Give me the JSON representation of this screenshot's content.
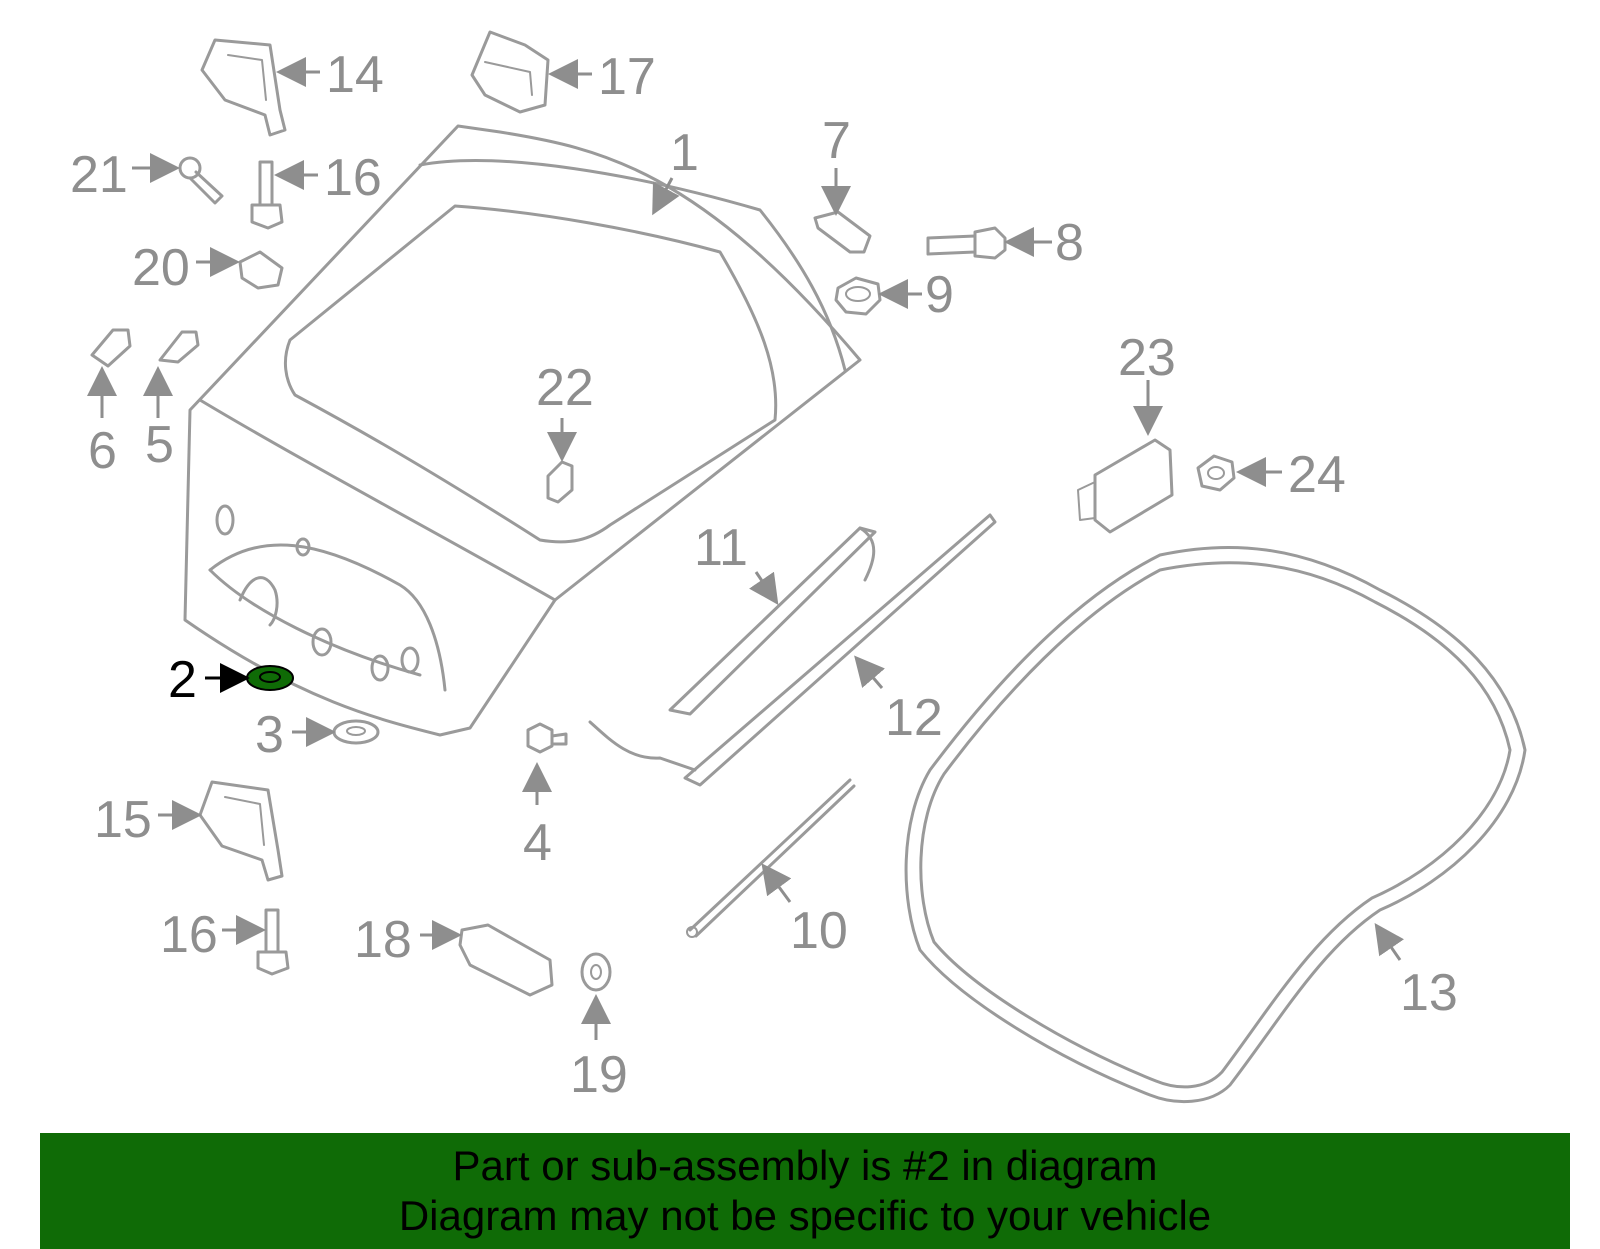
{
  "diagram": {
    "highlight_color": "#0f6b06",
    "labels": {
      "p1": "1",
      "p2": "2",
      "p3": "3",
      "p4": "4",
      "p5": "5",
      "p6": "6",
      "p7": "7",
      "p8": "8",
      "p9": "9",
      "p10": "10",
      "p11": "11",
      "p12": "12",
      "p13": "13",
      "p14": "14",
      "p15": "15",
      "p16a": "16",
      "p16b": "16",
      "p17": "17",
      "p18": "18",
      "p19": "19",
      "p20": "20",
      "p21": "21",
      "p22": "22",
      "p23": "23",
      "p24": "24"
    }
  },
  "banner": {
    "line1": "Part or sub-assembly is #2 in diagram",
    "line2": "Diagram may not be specific to your vehicle"
  }
}
